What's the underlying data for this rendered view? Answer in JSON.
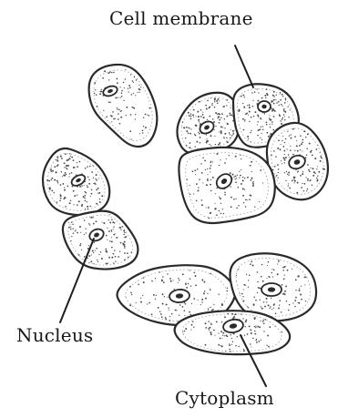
{
  "labels": {
    "cell_membrane": "Cell membrane",
    "nucleus": "Nucleus",
    "cytoplasm": "Cytoplasm"
  },
  "colors": {
    "outline": "#2a2a2a",
    "stipple": "#4a4a4a",
    "background": "#ffffff"
  }
}
